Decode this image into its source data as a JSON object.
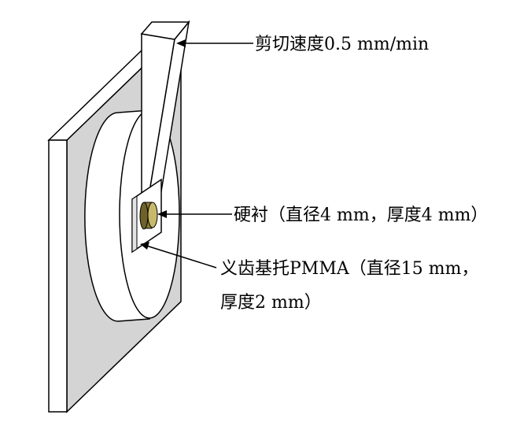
{
  "labels": {
    "shear_speed": "剪切速度0.5 mm/min",
    "hard_liner": "硬衬（直径4 mm，厚度4 mm）",
    "denture_base_line1": "义齿基托PMMA（直径15 mm，",
    "denture_base_line2": "厚度2 mm）"
  },
  "colors": {
    "line": "#000000",
    "plate_face": "#ffffff",
    "plate_shadow": "#d4d4d4",
    "cylinder": "#ffffff",
    "liner_body": "#8b7d3a",
    "liner_front": "#c8b96a"
  }
}
